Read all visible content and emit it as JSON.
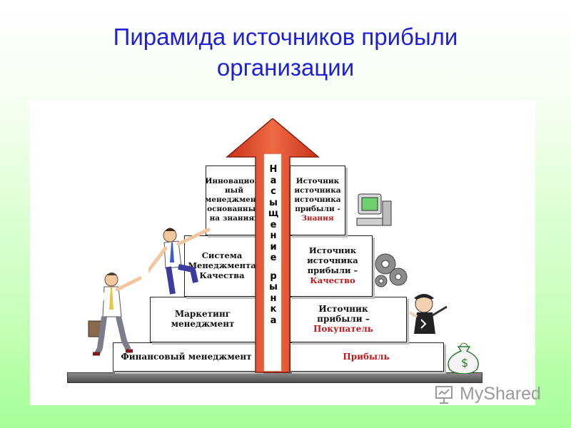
{
  "title": {
    "line1": "Пирамида источников прибыли",
    "line2": "организации"
  },
  "arrow": {
    "label_letters": [
      "Н",
      "а",
      "с",
      "ы",
      "щ",
      "е",
      "н",
      "и",
      "е",
      " ",
      "р",
      "ы",
      "н",
      "к",
      "а"
    ],
    "color": "#e0442a"
  },
  "left_steps": [
    {
      "text": "Финансовый менеджмент"
    },
    {
      "text": "Маркетинг менеджмент"
    },
    {
      "text": "Система Менеджмента Качества"
    },
    {
      "text": "Инновацион-ный менеджмент, основанный на знаниях"
    }
  ],
  "right_steps": [
    {
      "text": "",
      "accent": "Прибыль"
    },
    {
      "text": "Источник прибыли –",
      "accent": "Покупатель"
    },
    {
      "text": "Источник источника прибыли –",
      "accent": "Качество"
    },
    {
      "text": "Источник источника источника прибыли -",
      "accent": "Знания"
    }
  ],
  "watermark": {
    "text": "MyShared",
    "icon": "presentation-board-icon"
  },
  "icons": [
    "computer-icon",
    "gears-icon",
    "customer-cartoon-icon",
    "money-bag-icon"
  ],
  "colors": {
    "title": "#1f1fd8",
    "accent_text": "#c0181a",
    "ground": "#6a6a6a"
  }
}
